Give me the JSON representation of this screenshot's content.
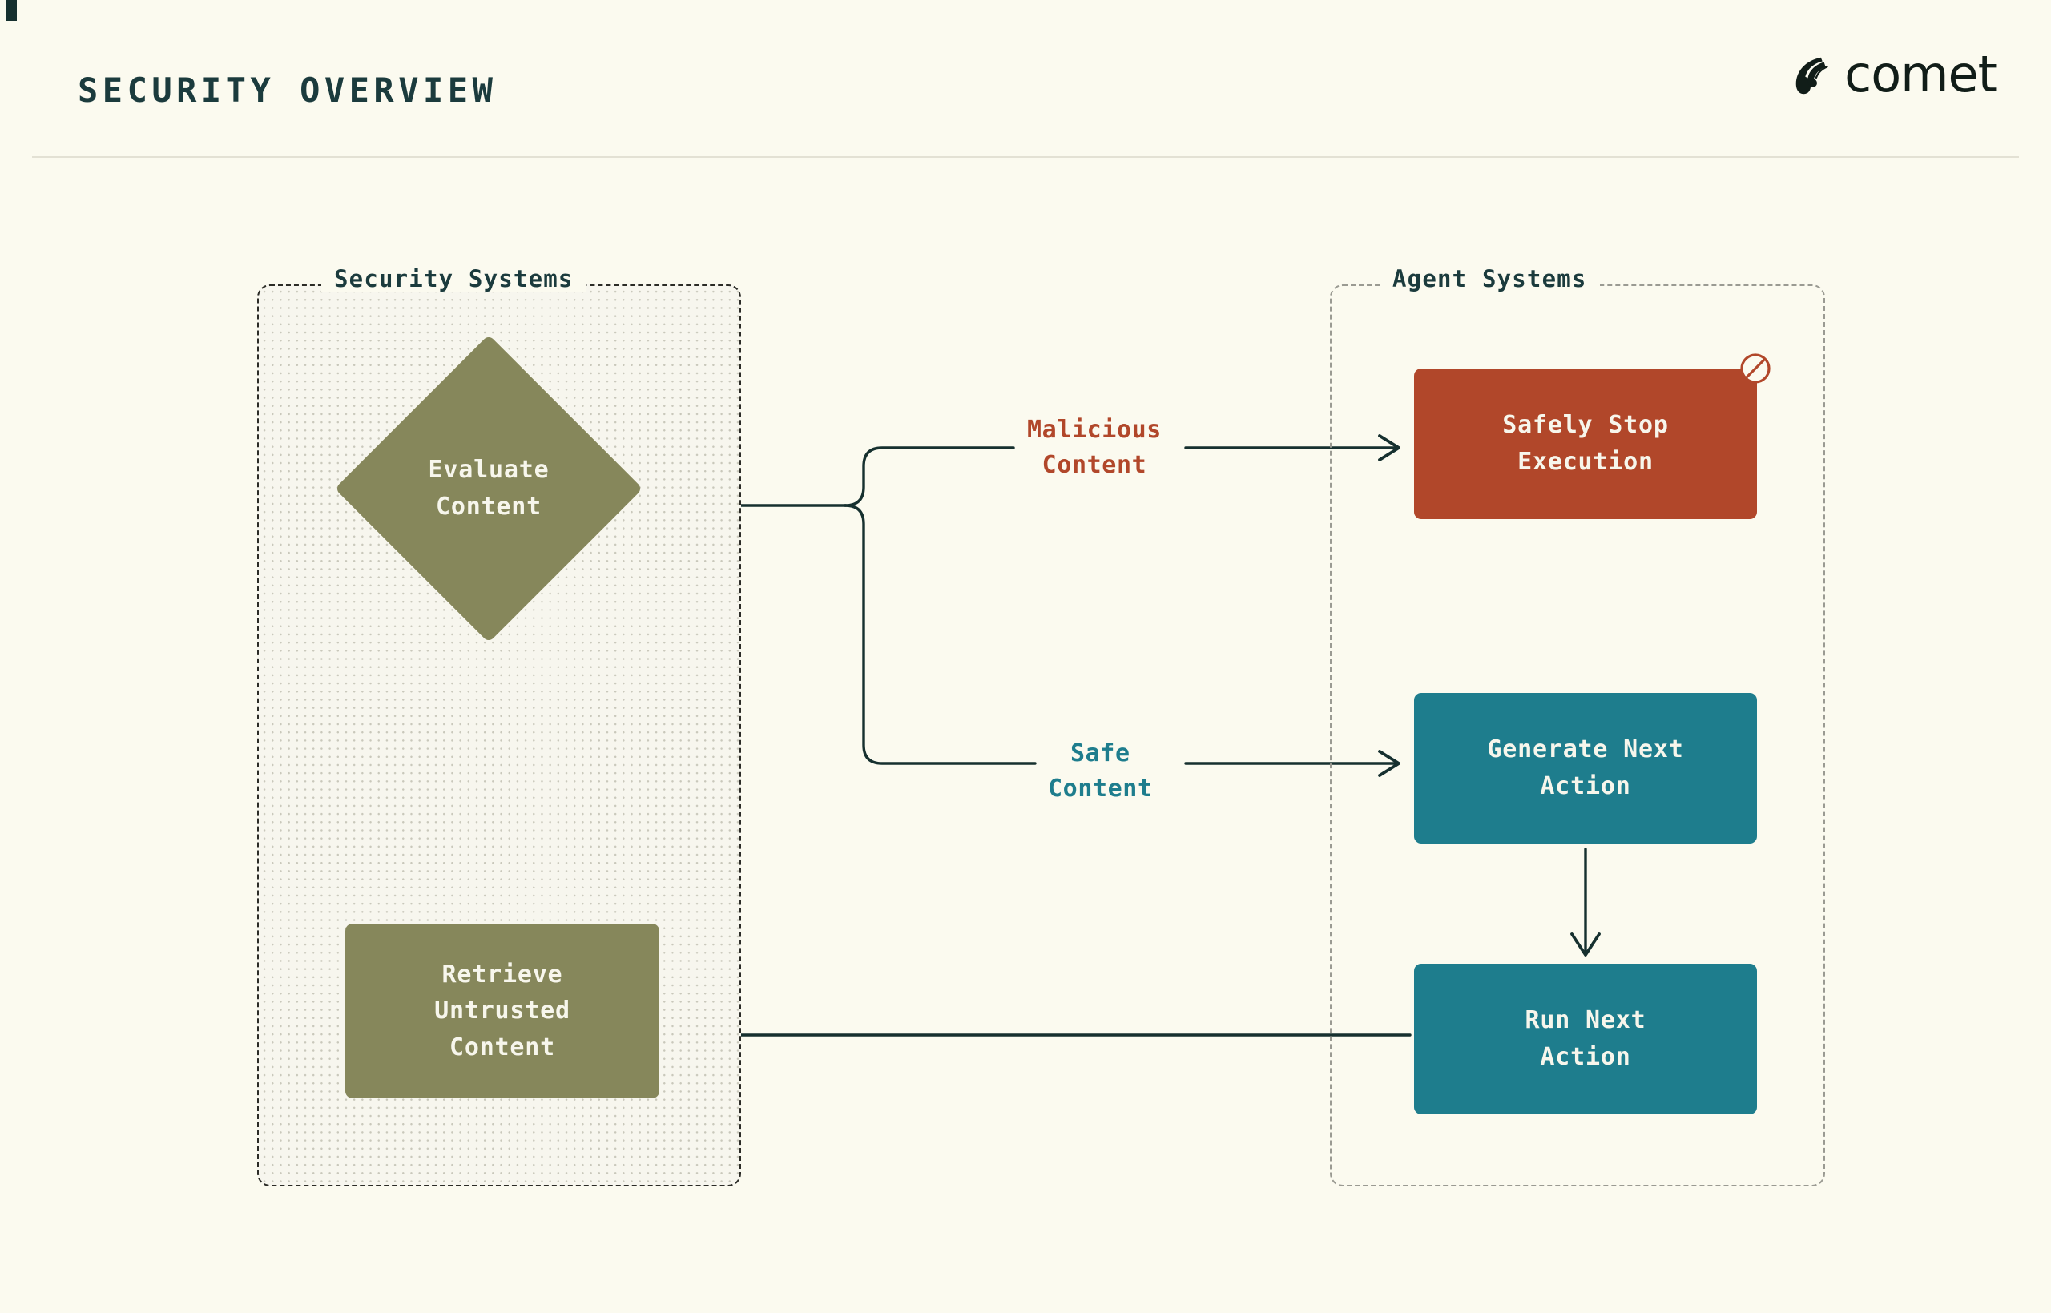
{
  "header": {
    "title": "SECURITY OVERVIEW",
    "logo_word": "comet",
    "logo_mark": "comet-swoosh-icon"
  },
  "colors": {
    "background": "#fbfaef",
    "title": "#1b3b3d",
    "olive": "#86875b",
    "teal": "#1e7d8d",
    "brick": "#b1472a",
    "edge": "#16302f",
    "panel_fill": "#f7f6ee",
    "panel_border_security": "#2b2b26",
    "panel_border_agent": "#9a9a92"
  },
  "groups": [
    {
      "id": "security",
      "label": "Security Systems"
    },
    {
      "id": "agent",
      "label": "Agent Systems"
    }
  ],
  "nodes": {
    "evaluate": {
      "label": "Evaluate\nContent",
      "shape": "diamond",
      "color": "olive",
      "group": "security"
    },
    "retrieve": {
      "label": "Retrieve\nUntrusted\nContent",
      "shape": "rect",
      "color": "olive",
      "group": "security"
    },
    "stop": {
      "label": "Safely Stop\nExecution",
      "shape": "rect",
      "color": "brick",
      "group": "agent",
      "badge": "prohibited-icon"
    },
    "generate": {
      "label": "Generate Next\nAction",
      "shape": "rect",
      "color": "teal",
      "group": "agent"
    },
    "run": {
      "label": "Run Next\nAction",
      "shape": "rect",
      "color": "teal",
      "group": "agent"
    }
  },
  "edges": [
    {
      "from": "evaluate",
      "to": "stop",
      "label": "Malicious\nContent",
      "label_color": "#b1472a"
    },
    {
      "from": "evaluate",
      "to": "generate",
      "label": "Safe\nContent",
      "label_color": "#1e7d8d"
    },
    {
      "from": "generate",
      "to": "run",
      "label": ""
    },
    {
      "from": "run",
      "to": "retrieve",
      "label": ""
    },
    {
      "from": "retrieve",
      "to": "evaluate",
      "label": ""
    }
  ]
}
